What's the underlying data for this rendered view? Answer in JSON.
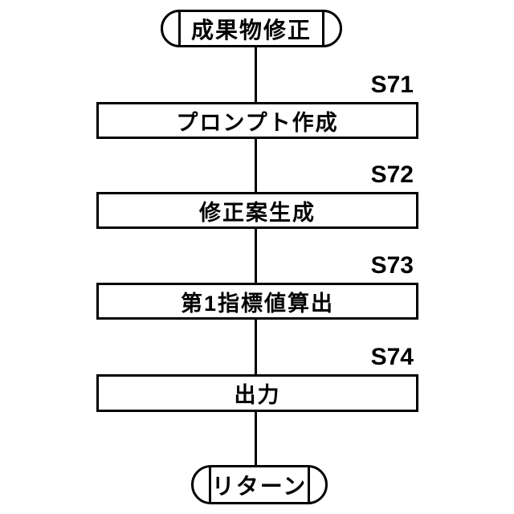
{
  "flowchart": {
    "start": {
      "label": "成果物修正"
    },
    "steps": [
      {
        "id": "S71",
        "label": "プロンプト作成"
      },
      {
        "id": "S72",
        "label": "修正案生成"
      },
      {
        "id": "S73",
        "label": "第1指標値算出"
      },
      {
        "id": "S74",
        "label": "出力"
      }
    ],
    "end": {
      "label": "リターン"
    },
    "colors": {
      "line": "#000000",
      "background": "#ffffff",
      "node_fill": "#ffffff"
    }
  }
}
